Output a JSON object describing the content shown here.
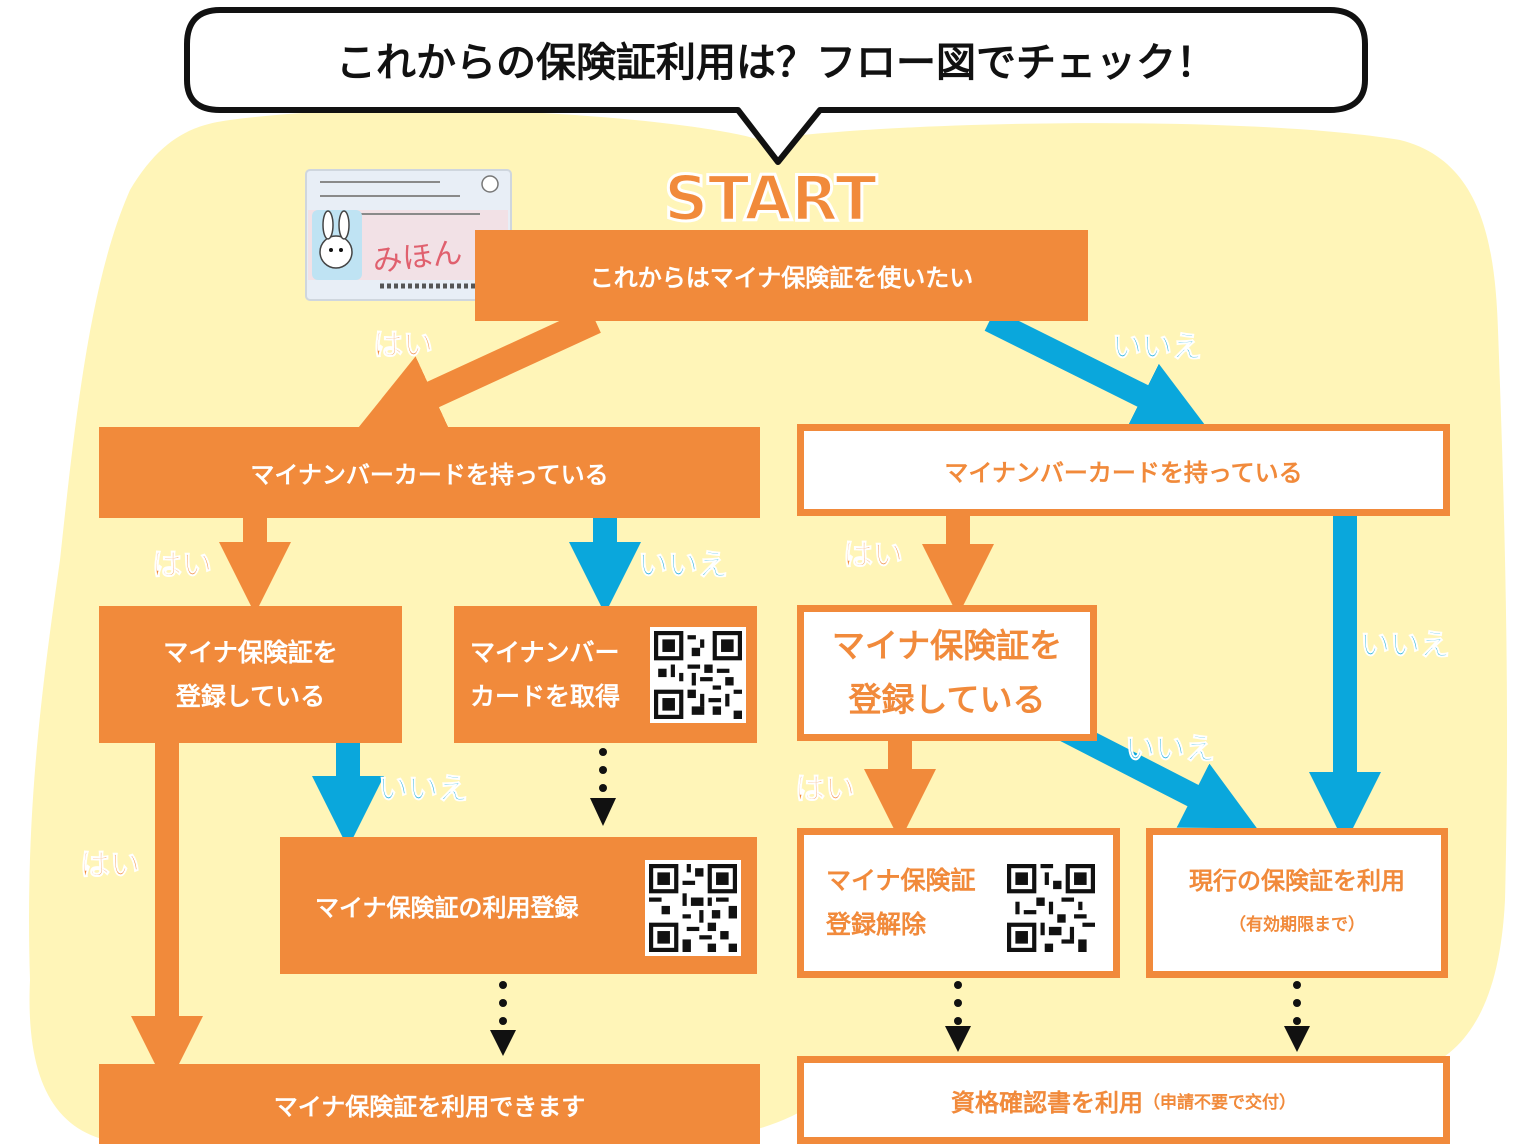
{
  "title": "これからの保険証利用は？フロー図でチェック！",
  "start_label": "START",
  "colors": {
    "orange": "#f18a3b",
    "blue": "#0aa7dc",
    "background": "#fff5b8",
    "text_dark": "#111111"
  },
  "nodes": {
    "q_want": "これからはマイナ保険証を使いたい",
    "left_have_card": "マイナンバーカードを持っている",
    "right_have_card": "マイナンバーカードを持っている",
    "left_registered": [
      "マイナ保険証を",
      "登録している"
    ],
    "get_card": [
      "マイナンバー",
      "カードを取得"
    ],
    "right_registered": [
      "マイナ保険証を",
      "登録している"
    ],
    "register_use": "マイナ保険証の利用登録",
    "unregister": [
      "マイナ保険証",
      "登録解除"
    ],
    "current_card": {
      "main": "現行の保険証を利用",
      "sub": "（有効期限まで）"
    },
    "can_use": "マイナ保険証を利用できます",
    "qualification": {
      "main": "資格確認書を利用",
      "sub": "（申請不要で交付）"
    }
  },
  "edge_labels": {
    "yes": "はい",
    "no": "いいえ"
  },
  "card_image": {
    "sample_text": "みほん"
  }
}
